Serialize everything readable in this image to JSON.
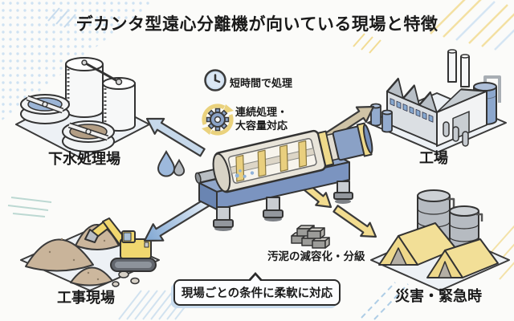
{
  "title": "デカンタ型遠心分離機が向いている現場と特徴",
  "features": {
    "short_time": "短時間で処理",
    "continuous": "連続処理・\n大容量対応",
    "sludge": "汚泥の減容化・分級"
  },
  "sites": {
    "sewage": {
      "label": "下水処理場"
    },
    "factory": {
      "label": "工場"
    },
    "construction": {
      "label": "工事現場"
    },
    "disaster": {
      "label": "災害・緊急時"
    }
  },
  "callout": {
    "text": "現場ごとの条件に柔軟に対応"
  },
  "icons": {
    "clock": "clock-icon",
    "gear_cycle": "gear-cycle-icon",
    "water_drops": "water-drops-icon",
    "sludge_bricks": "sludge-bricks-icon"
  },
  "colors": {
    "accent_yellow": "#f2dc8f",
    "accent_light_blue": "#c6d8ea",
    "accent_deep_blue": "#7fa6d2",
    "accent_tan": "#cfc3a6",
    "machine_blue": "#8aa1c6",
    "outline": "#3a3a3a",
    "background": "#fbfbf9"
  }
}
